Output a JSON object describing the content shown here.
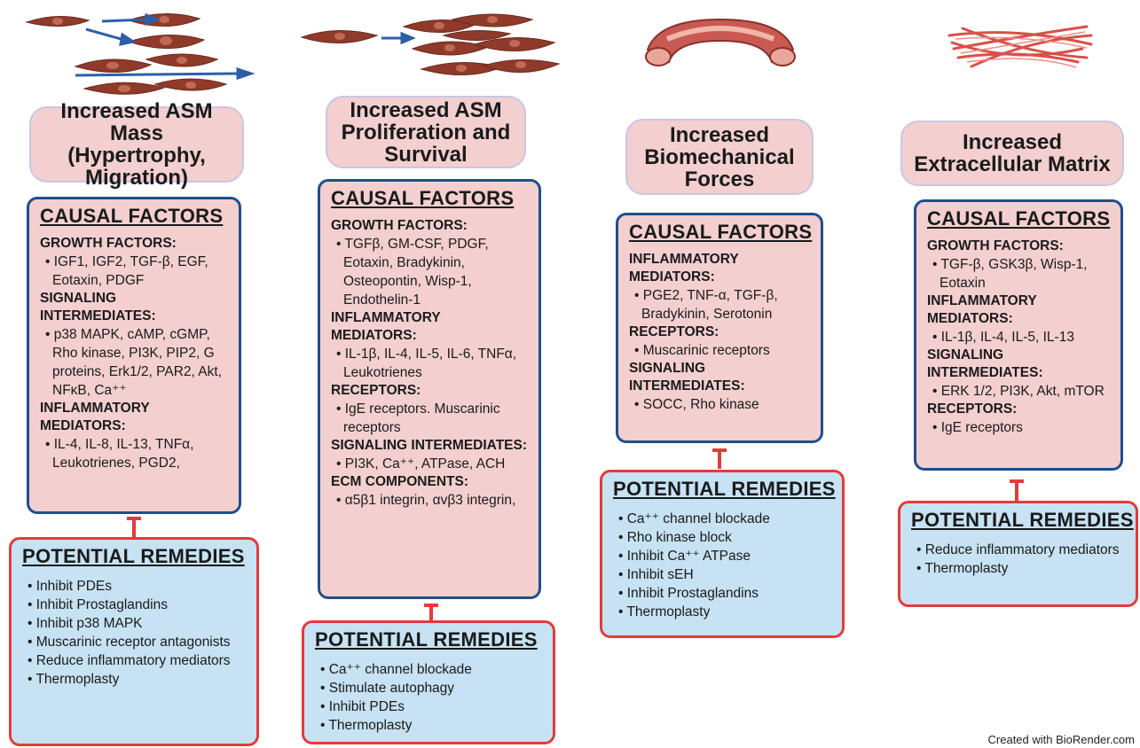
{
  "columns": [
    {
      "title": "Increased ASM\nMass (Hypertrophy,\nMigration)",
      "causal_heading": "CAUSAL FACTORS",
      "sections": [
        {
          "label": "GROWTH FACTORS:",
          "items": [
            "IGF1, IGF2, TGF-β, EGF, Eotaxin, PDGF"
          ]
        },
        {
          "label": "SIGNALING INTERMEDIATES:",
          "items": [
            "p38 MAPK, cAMP, cGMP, Rho kinase, PI3K, PIP2, G proteins, Erk1/2, PAR2, Akt, NFκB, Ca⁺⁺"
          ]
        },
        {
          "label": "INFLAMMATORY MEDIATORS:",
          "items": [
            "IL-4, IL-8, IL-13, TNFα, Leukotrienes, PGD2,"
          ]
        }
      ],
      "remedy_heading": "POTENTIAL REMEDIES",
      "remedies": [
        "Inhibit PDEs",
        "Inhibit Prostaglandins",
        "Inhibit p38 MAPK",
        "Muscarinic receptor antagonists",
        "Reduce inflammatory mediators",
        "Thermoplasty"
      ]
    },
    {
      "title": "Increased ASM\nProliferation and\nSurvival",
      "causal_heading": "CAUSAL FACTORS",
      "sections": [
        {
          "label": "GROWTH FACTORS:",
          "items": [
            "TGFβ, GM-CSF, PDGF, Eotaxin, Bradykinin, Osteopontin, Wisp-1, Endothelin-1"
          ]
        },
        {
          "label": "INFLAMMATORY MEDIATORS:",
          "items": [
            "IL-1β, IL-4, IL-5, IL-6, TNFα, Leukotrienes"
          ]
        },
        {
          "label": "RECEPTORS:",
          "items": [
            "IgE receptors. Muscarinic receptors"
          ]
        },
        {
          "label": "SIGNALING INTERMEDIATES:",
          "items": [
            "PI3K, Ca⁺⁺, ATPase, ACH"
          ]
        },
        {
          "label": "ECM COMPONENTS:",
          "items": [
            "α5β1 integrin, αvβ3 integrin,"
          ]
        }
      ],
      "remedy_heading": "POTENTIAL REMEDIES",
      "remedies": [
        "Ca⁺⁺ channel blockade",
        "Stimulate autophagy",
        "Inhibit PDEs",
        "Thermoplasty"
      ]
    },
    {
      "title": "Increased\nBiomechanical\nForces",
      "causal_heading": "CAUSAL FACTORS",
      "sections": [
        {
          "label": "INFLAMMATORY MEDIATORS:",
          "items": [
            "PGE2, TNF-α, TGF-β, Bradykinin, Serotonin"
          ]
        },
        {
          "label": "RECEPTORS:",
          "items": [
            "Muscarinic receptors"
          ]
        },
        {
          "label": "SIGNALING INTERMEDIATES:",
          "items": [
            "SOCC, Rho kinase"
          ]
        }
      ],
      "remedy_heading": "POTENTIAL REMEDIES",
      "remedies": [
        "Ca⁺⁺ channel blockade",
        "Rho kinase block",
        "Inhibit Ca⁺⁺ ATPase",
        "Inhibit sEH",
        "Inhibit Prostaglandins",
        "Thermoplasty"
      ]
    },
    {
      "title": "Increased\nExtracellular Matrix",
      "causal_heading": "CAUSAL FACTORS",
      "sections": [
        {
          "label": "GROWTH FACTORS:",
          "items": [
            "TGF-β, GSK3β, Wisp-1, Eotaxin"
          ]
        },
        {
          "label": "INFLAMMATORY MEDIATORS:",
          "items": [
            "IL-1β, IL-4, IL-5, IL-13"
          ]
        },
        {
          "label": "SIGNALING INTERMEDIATES:",
          "items": [
            "ERK 1/2, PI3K, Akt, mTOR"
          ]
        },
        {
          "label": "RECEPTORS:",
          "items": [
            "IgE receptors"
          ]
        }
      ],
      "remedy_heading": "POTENTIAL REMEDIES",
      "remedies": [
        "Reduce inflammatory mediators",
        "Thermoplasty"
      ]
    }
  ],
  "credit": "Created with BioRender.com",
  "colors": {
    "title_fill": "#f3cfcf",
    "causal_fill": "#f3cfcf",
    "causal_border": "#1f4e8c",
    "remedy_fill": "#c6e2f3",
    "remedy_border": "#e23b3b",
    "tee": "#e23b3b"
  }
}
